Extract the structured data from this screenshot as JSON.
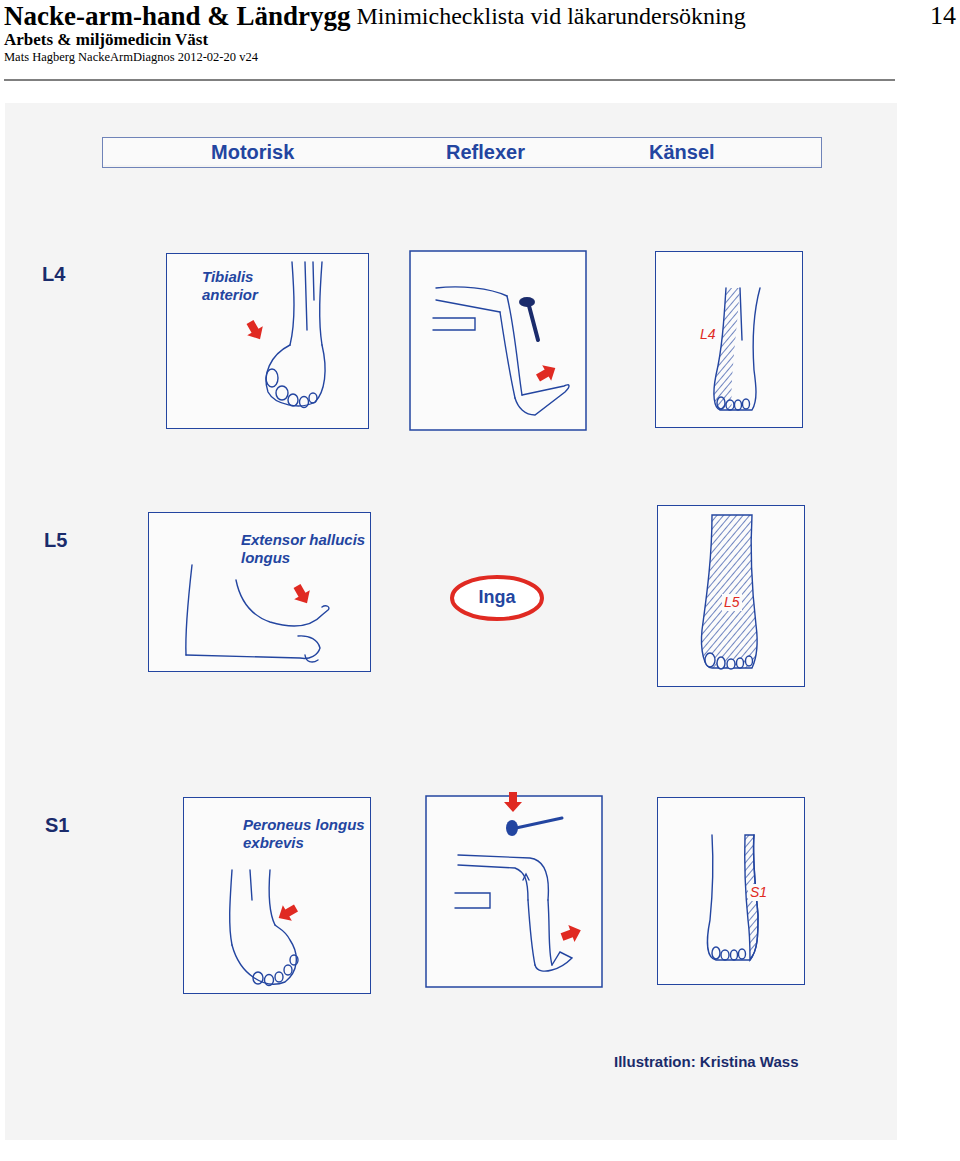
{
  "diagram": {
    "title": "Nacke-arm-hand & Ländrygg",
    "nodes": [
      {
        "text": [
          "Motorisk",
          "Reflexer",
          "Känsel"
        ]
      },
      {
        "text": [
          "Tibialis anterior"
        ]
      },
      {
        "text": [
          "L4"
        ]
      },
      {
        "text": [
          "Extensor hallucis longus"
        ]
      },
      {
        "text": [
          "Inga"
        ]
      },
      {
        "text": [
          "L5"
        ]
      },
      {
        "text": [
          "Peroneus longus exbrevis"
        ]
      },
      {
        "text": [
          "S1"
        ]
      }
    ],
    "labels": [
      "Minimichecklista vid läkarundersökning",
      "14",
      "Arbets & miljömedicin Väst",
      "Mats Hagberg NackeArmDiagnos 2012-02-20 v24",
      "L4",
      "L5",
      "S1",
      "Illustration: Kristina Wass"
    ]
  }
}
